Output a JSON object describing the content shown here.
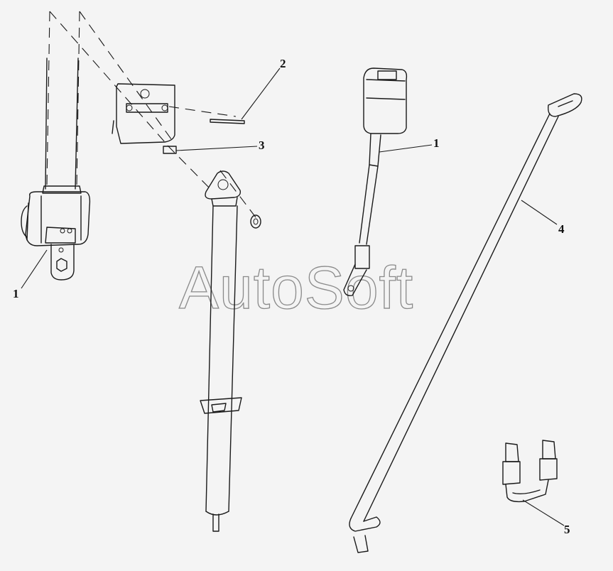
{
  "watermark": "AutoSoft",
  "callouts": {
    "retractor": "1",
    "pin": "2",
    "spacer": "3",
    "buckle_assembly": "1",
    "lap_strap": "4",
    "double_buckle": "5"
  }
}
